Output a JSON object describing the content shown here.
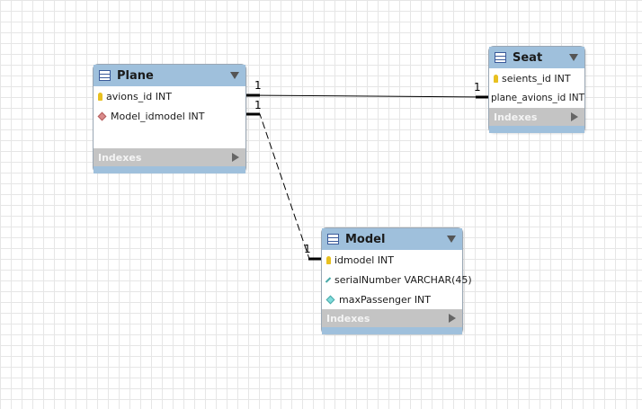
{
  "entities": {
    "plane": {
      "title": "Plane",
      "columns": [
        {
          "icon": "primary-key-icon",
          "label": "avions_id INT"
        },
        {
          "icon": "foreign-key-icon",
          "label": "Model_idmodel INT"
        }
      ],
      "indexes_label": "Indexes"
    },
    "seat": {
      "title": "Seat",
      "columns": [
        {
          "icon": "primary-key-icon",
          "label": "seients_id INT"
        },
        {
          "icon": "none",
          "label": "plane_avions_id INT"
        }
      ],
      "indexes_label": "Indexes"
    },
    "model": {
      "title": "Model",
      "columns": [
        {
          "icon": "primary-key-icon",
          "label": "idmodel INT"
        },
        {
          "icon": "attribute-icon",
          "label": "serialNumber VARCHAR(45)"
        },
        {
          "icon": "attribute-icon",
          "label": "maxPassenger INT"
        }
      ],
      "indexes_label": "Indexes"
    }
  },
  "relationships": {
    "plane_seat": {
      "style": "solid",
      "cardinality_plane": "1",
      "cardinality_seat": "1"
    },
    "plane_model": {
      "style": "dashed",
      "cardinality_plane": "1",
      "cardinality_model": "1"
    }
  },
  "colors": {
    "header": "#9fc0dc",
    "indexes_bar": "#c4c4c4",
    "grid": "#e6e6e6"
  }
}
